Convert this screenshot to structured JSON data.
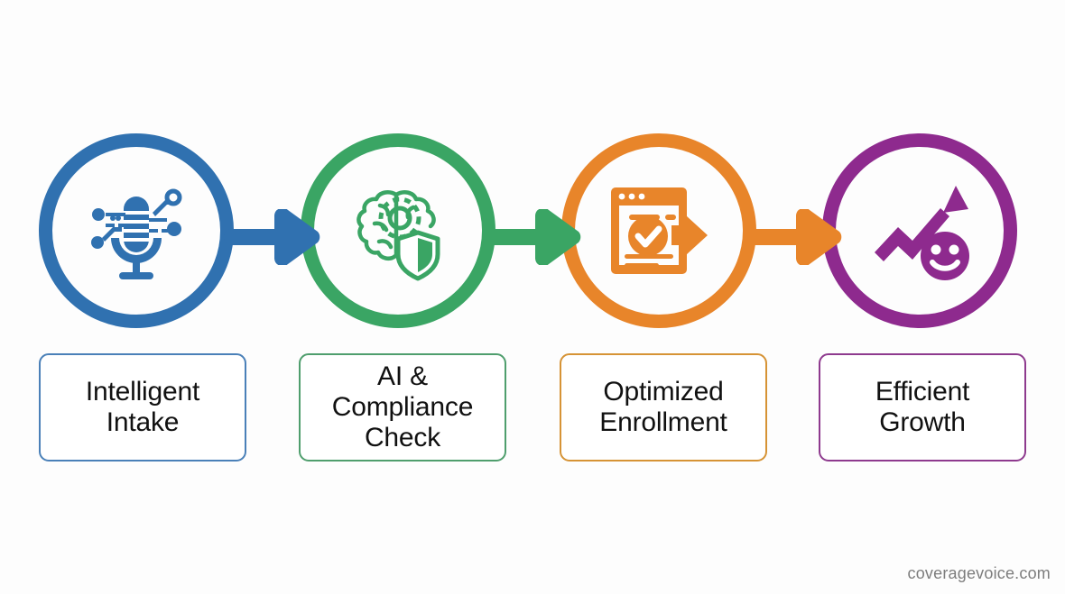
{
  "page": {
    "background_color": "#fdfdfd",
    "watermark": "coveragevoice.com"
  },
  "diagram": {
    "type": "horizontal-process-flow",
    "step_count": 4,
    "steps": [
      {
        "id": "intelligent-intake",
        "index": 1,
        "label": "Intelligent\nIntake",
        "color": "#3071b0",
        "label_border_color": "#4a80b8",
        "icon": "microphone-network-icon",
        "icon_description": "microphone with circuit nodes"
      },
      {
        "id": "ai-compliance-check",
        "index": 2,
        "label": "AI &\nCompliance\nCheck",
        "color": "#3aa564",
        "label_border_color": "#4f9e6d",
        "icon": "brain-gear-shield-icon",
        "icon_description": "brain with gear and shield"
      },
      {
        "id": "optimized-enrollment",
        "index": 3,
        "label": "Optimized\nEnrollment",
        "color": "#e8852a",
        "label_border_color": "#d69335",
        "icon": "document-check-arrow-icon",
        "icon_description": "form window with check mark and arrow"
      },
      {
        "id": "efficient-growth",
        "index": 4,
        "label": "Efficient\nGrowth",
        "color": "#8e2a8e",
        "label_border_color": "#8e3a8e",
        "icon": "growth-arrow-smiley-icon",
        "icon_description": "rising arrow with smiley face"
      }
    ],
    "connectors": [
      {
        "id": "connector-1-2",
        "from": "intelligent-intake",
        "to": "ai-compliance-check",
        "color": "#3071b0",
        "glyph": "arrow-right-icon"
      },
      {
        "id": "connector-2-3",
        "from": "ai-compliance-check",
        "to": "optimized-enrollment",
        "color": "#3aa564",
        "glyph": "arrow-right-icon"
      },
      {
        "id": "connector-3-4",
        "from": "optimized-enrollment",
        "to": "efficient-growth",
        "color": "#e8852a",
        "glyph": "arrow-right-icon"
      }
    ]
  }
}
